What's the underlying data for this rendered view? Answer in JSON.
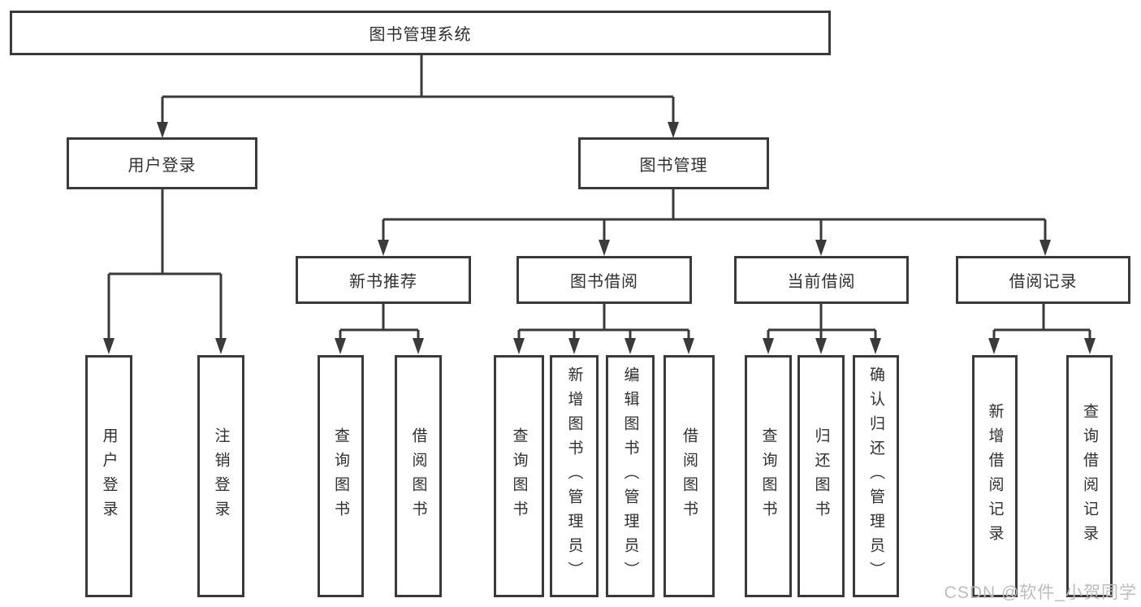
{
  "colors": {
    "line": "#3a3a3a",
    "text": "#2f2f2f",
    "watermark": "#bdbdbd",
    "background": "#ffffff"
  },
  "watermark": "CSDN @软件_小贺同学",
  "tree": {
    "root": {
      "label": "图书管理系统",
      "children": [
        {
          "label": "用户登录",
          "children": [
            {
              "label": "用户登录"
            },
            {
              "label": "注销登录"
            }
          ]
        },
        {
          "label": "图书管理",
          "children": [
            {
              "label": "新书推荐",
              "children": [
                {
                  "label": "查询图书"
                },
                {
                  "label": "借阅图书"
                }
              ]
            },
            {
              "label": "图书借阅",
              "children": [
                {
                  "label": "查询图书"
                },
                {
                  "label": "新增图书（管理员）"
                },
                {
                  "label": "编辑图书（管理员）"
                },
                {
                  "label": "借阅图书"
                }
              ]
            },
            {
              "label": "当前借阅",
              "children": [
                {
                  "label": "查询图书"
                },
                {
                  "label": "归还图书"
                },
                {
                  "label": "确认归还（管理员）"
                }
              ]
            },
            {
              "label": "借阅记录",
              "children": [
                {
                  "label": "新增借阅记录"
                },
                {
                  "label": "查询借阅记录"
                }
              ]
            }
          ]
        }
      ]
    }
  }
}
